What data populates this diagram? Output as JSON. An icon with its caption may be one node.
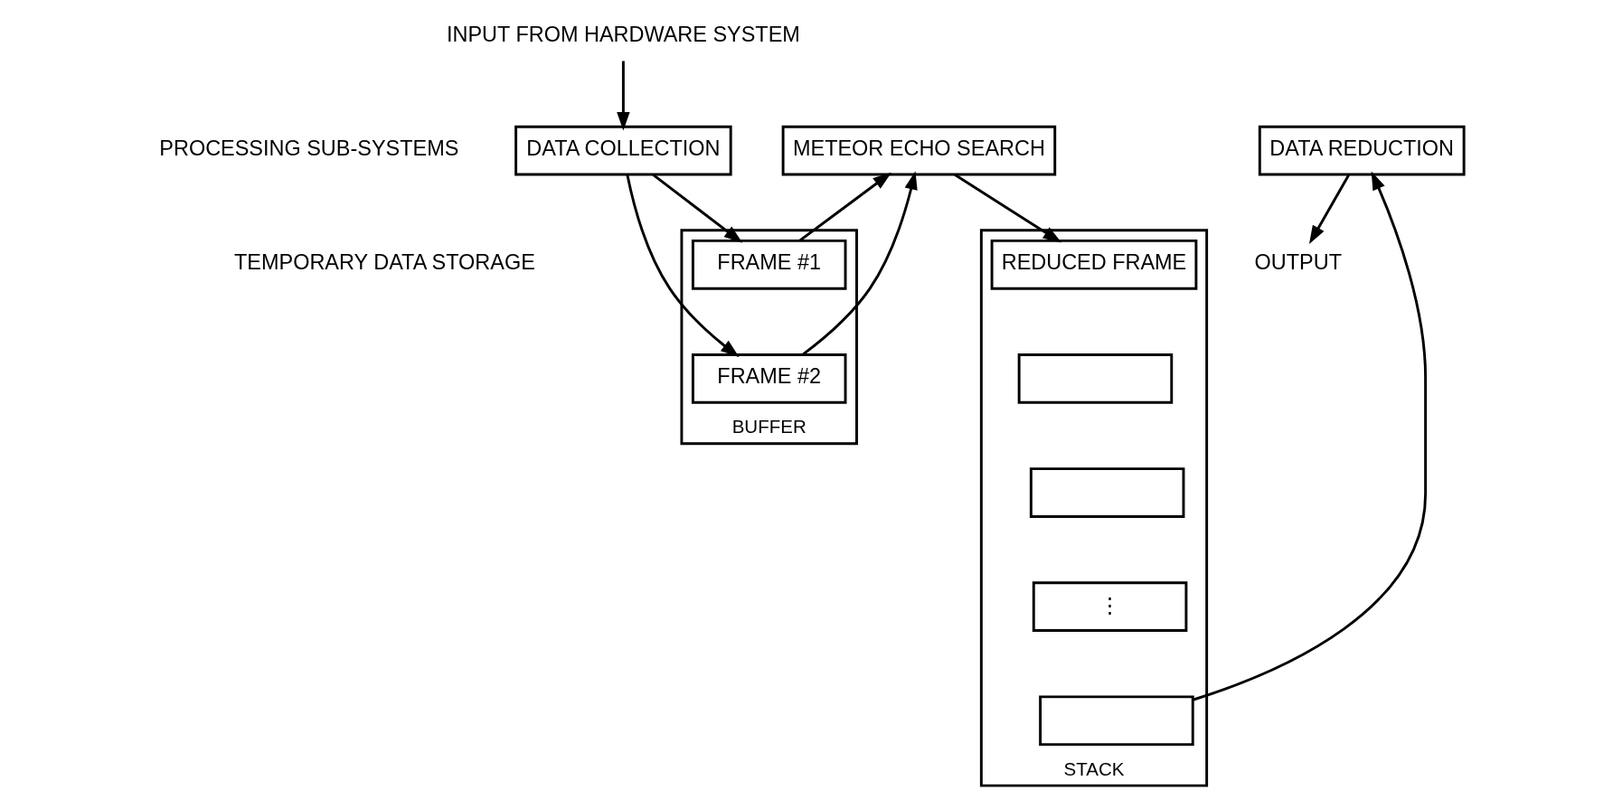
{
  "diagram": {
    "nodes": [
      {
        "text": [
          "DATA COLLECTION"
        ]
      },
      {
        "text": [
          "METEOR ECHO SEARCH"
        ]
      },
      {
        "text": [
          "DATA REDUCTION"
        ]
      },
      {
        "text": [
          "BUFFER"
        ]
      },
      {
        "text": [
          "FRAME #1"
        ],
        "in": 3
      },
      {
        "text": [
          "FRAME #2"
        ],
        "in": 3
      },
      {
        "text": [
          "STACK"
        ]
      },
      {
        "text": [
          "REDUCED FRAME"
        ],
        "in": 6
      },
      {
        "text": [],
        "shape": "box",
        "in": 6
      },
      {
        "text": [],
        "shape": "box",
        "in": 6
      },
      {
        "text": [
          "⋮"
        ],
        "in": 6
      },
      {
        "text": [],
        "shape": "box",
        "in": 6
      },
      {
        "text": [
          "INPUT FROM HARDWARE SYSTEM"
        ]
      },
      {
        "text": [
          "OUTPUT"
        ]
      }
    ],
    "edges": [
      {
        "from": 12,
        "to": 0,
        "arrow": "to"
      },
      {
        "from": 0,
        "to": 4,
        "arrow": "to"
      },
      {
        "from": 0,
        "to": 5,
        "arrow": "to"
      },
      {
        "from": 4,
        "to": 1,
        "arrow": "to"
      },
      {
        "from": 5,
        "to": 1,
        "arrow": "to"
      },
      {
        "from": 1,
        "to": 7,
        "arrow": "to"
      },
      {
        "from": 11,
        "to": 2,
        "arrow": "to"
      },
      {
        "from": 2,
        "to": 13,
        "arrow": "to"
      }
    ],
    "labels": [
      "PROCESSING SUB-SYSTEMS",
      "TEMPORARY DATA STORAGE"
    ]
  }
}
